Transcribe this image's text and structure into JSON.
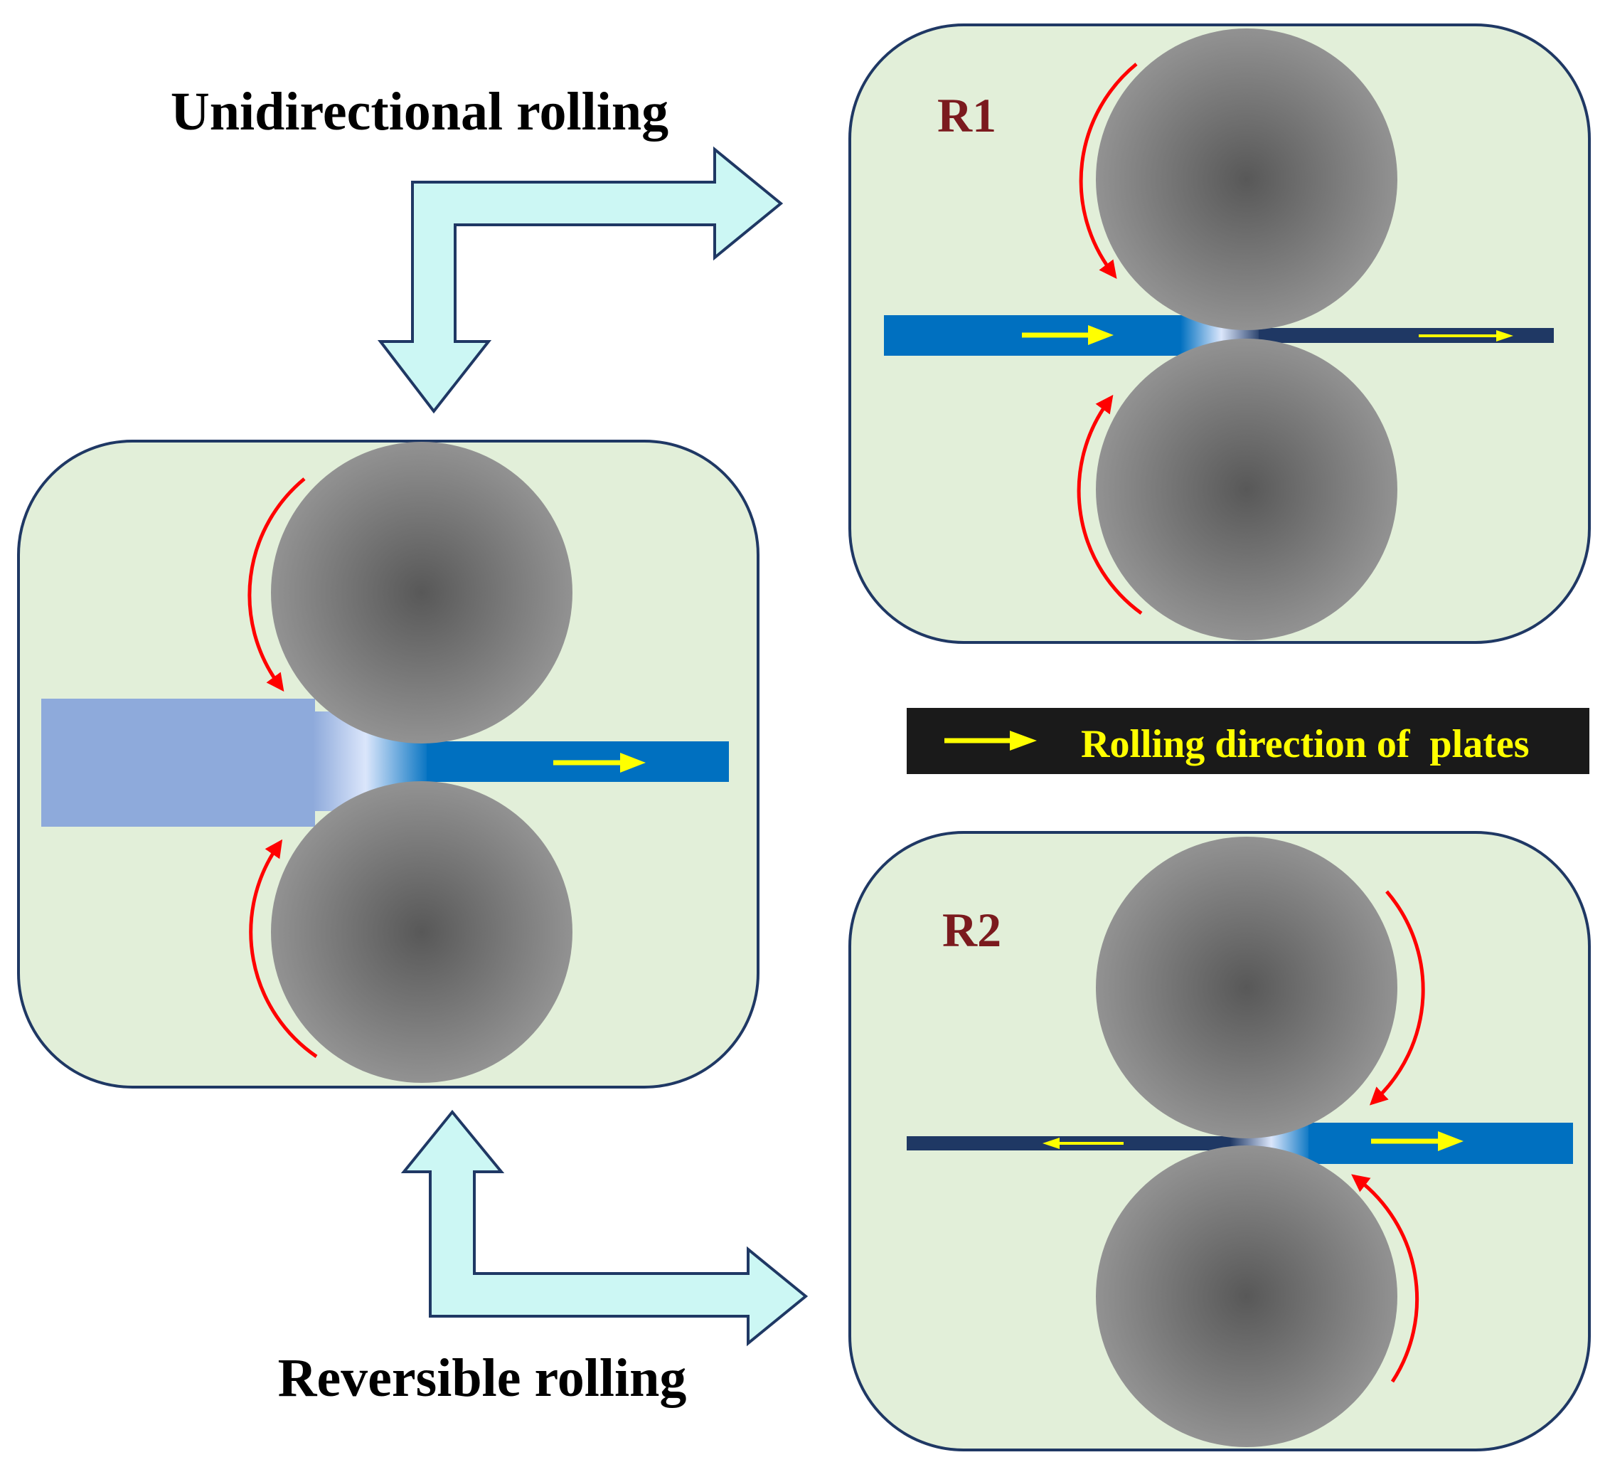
{
  "labels": {
    "unidirectional": "Unidirectional rolling",
    "reversible": "Reversible rolling",
    "r1": "R1",
    "r2": "R2",
    "legend": "Rolling direction of  plates"
  },
  "colors": {
    "panel_fill": "#e2efd9",
    "panel_stroke": "#1f3864",
    "flow_arrow_fill": "#ccf7f4",
    "flow_arrow_stroke": "#1f3864",
    "roller_center": "#585858",
    "roller_edge": "#929292",
    "rotation_arrow": "#ff0000",
    "plate_thick": "#8eaadb",
    "plate_medium": "#0070c0",
    "plate_thin": "#1f3864",
    "direction_arrow": "#ffff00",
    "legend_bg": "#1a1a1a",
    "legend_text": "#ffff00",
    "label_text": "#000000",
    "panel_label_text": "#7b1a1e"
  }
}
